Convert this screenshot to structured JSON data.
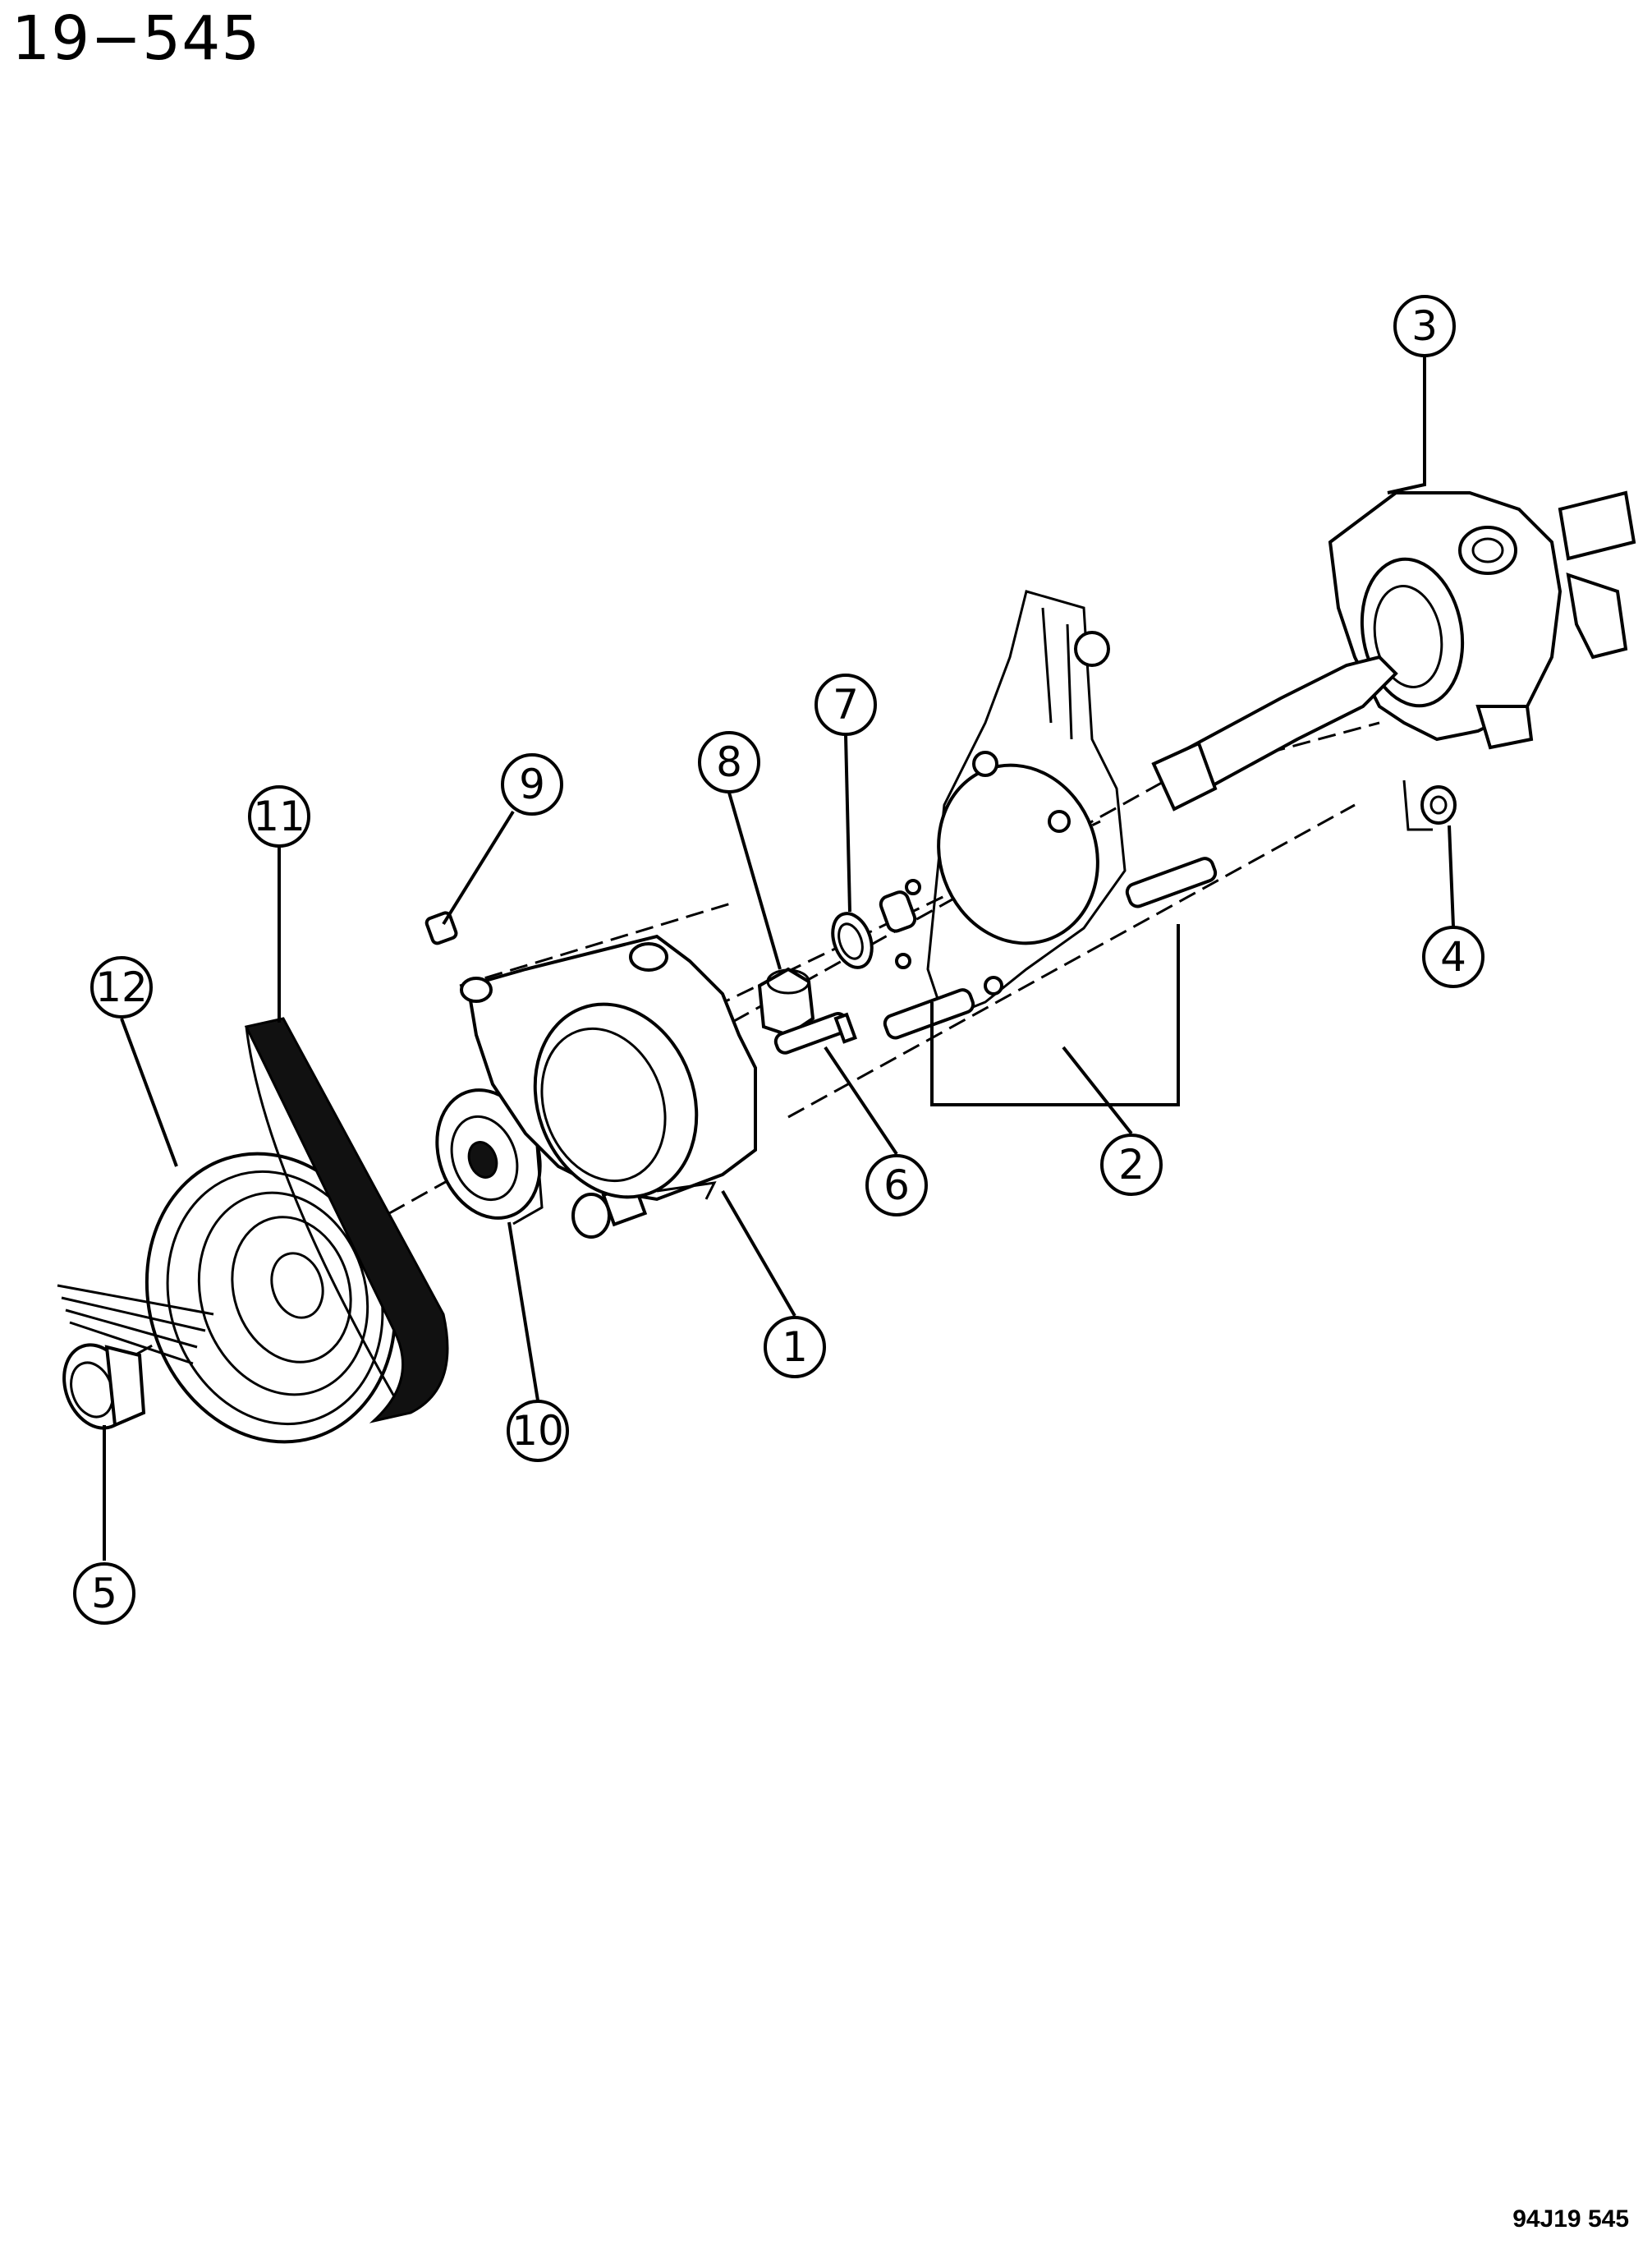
{
  "page_number": "19−545",
  "figure_code": "94J19  545",
  "callouts": [
    {
      "label": "1"
    },
    {
      "label": "2"
    },
    {
      "label": "3"
    },
    {
      "label": "4"
    },
    {
      "label": "5"
    },
    {
      "label": "6"
    },
    {
      "label": "7"
    },
    {
      "label": "8"
    },
    {
      "label": "9"
    },
    {
      "label": "10"
    },
    {
      "label": "11"
    },
    {
      "label": "12"
    }
  ]
}
